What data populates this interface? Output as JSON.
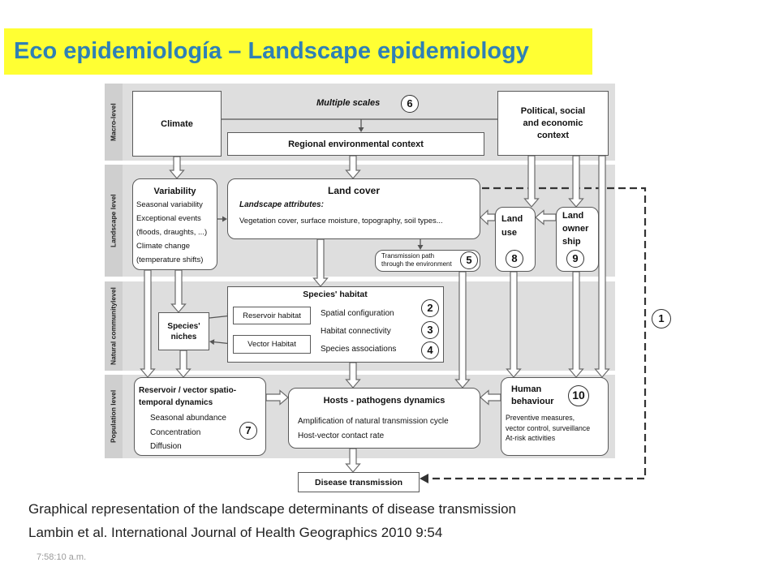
{
  "slide": {
    "title": "Eco epidemiología – Landscape epidemiology",
    "caption": {
      "line1": "Graphical representation of the landscape determinants of disease transmission",
      "line2": "Lambin et al. International Journal of Health Geographics 2010 9:54"
    },
    "timestamp": "7:58:10 a.m."
  },
  "colors": {
    "title_background": "#ffff33",
    "title_text": "#2f80b5",
    "band_background": "#dedede",
    "box_background": "#ffffff"
  },
  "diagram": {
    "levels": {
      "macro": "Macro-level",
      "landscape": "Landscape level",
      "natural_line1": "Natural community",
      "natural_line2": "level",
      "population": "Population level"
    },
    "multiple_scales": {
      "label": "Multiple scales",
      "number": "6"
    },
    "climate": {
      "label": "Climate"
    },
    "political": {
      "lines": [
        "Political, social",
        "and economic",
        "context"
      ]
    },
    "regional": {
      "label": "Regional environmental context"
    },
    "variability": {
      "title": "Variability",
      "items": [
        "Seasonal variability",
        "Exceptional events",
        "(floods, draughts, ...)",
        "Climate change",
        "(temperature shifts)"
      ]
    },
    "land_cover": {
      "title": "Land cover",
      "subtitle": "Landscape attributes:",
      "detail": "Vegetation cover, surface moisture, topography, soil types..."
    },
    "land_use": {
      "lines": [
        "Land",
        "use"
      ],
      "number": "8"
    },
    "land_ownership": {
      "lines": [
        "Land",
        "owner",
        "ship"
      ],
      "number": "9"
    },
    "transmission_path": {
      "lines": [
        "Transmission path",
        "through the environment"
      ],
      "number": "5"
    },
    "species_niches": {
      "lines": [
        "Species'",
        "niches"
      ]
    },
    "species_habitat": {
      "title": "Species' habitat",
      "reservoir_habitat": "Reservoir habitat",
      "vector_habitat": "Vector Habitat",
      "attributes": [
        {
          "label": "Spatial configuration",
          "number": "2"
        },
        {
          "label": "Habitat connectivity",
          "number": "3"
        },
        {
          "label": "Species associations",
          "number": "4"
        }
      ]
    },
    "reservoir_vector": {
      "title_lines": [
        "Reservoir / vector spatio-",
        "temporal dynamics"
      ],
      "items": [
        "Seasonal abundance",
        "Concentration",
        "Diffusion"
      ],
      "number": "7"
    },
    "hosts_pathogens": {
      "title": "Hosts - pathogens dynamics",
      "items": [
        "Amplification of natural transmission cycle",
        "Host-vector contact rate"
      ]
    },
    "human_behaviour": {
      "title_lines": [
        "Human",
        "behaviour"
      ],
      "number": "10",
      "items": [
        "Preventive measures,",
        "vector control, surveillance",
        "At-risk activities"
      ]
    },
    "disease_transmission": {
      "label": "Disease transmission"
    },
    "feedback_loop": {
      "number": "1"
    }
  }
}
